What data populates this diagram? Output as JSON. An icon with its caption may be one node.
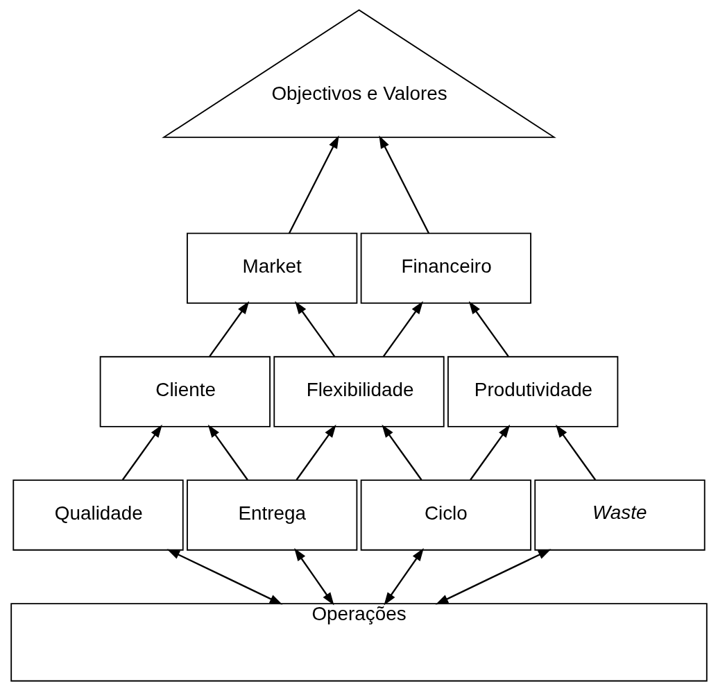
{
  "diagram": {
    "nodes": [
      {
        "text": [
          "Objectivos e Valores"
        ]
      },
      {
        "text": [
          "Market"
        ]
      },
      {
        "text": [
          "Financeiro"
        ]
      },
      {
        "text": [
          "Cliente"
        ]
      },
      {
        "text": [
          "Flexibilidade"
        ]
      },
      {
        "text": [
          "Produtividade"
        ]
      },
      {
        "text": [
          "Qualidade"
        ]
      },
      {
        "text": [
          "Entrega"
        ]
      },
      {
        "text": [
          "Ciclo"
        ]
      },
      {
        "text": [
          "Waste"
        ]
      },
      {
        "text": [
          "Operações"
        ]
      }
    ],
    "edges": [
      {
        "from": 1,
        "to": 0,
        "arrow": "to"
      },
      {
        "from": 2,
        "to": 0,
        "arrow": "to"
      },
      {
        "from": 3,
        "to": 1,
        "arrow": "to"
      },
      {
        "from": 4,
        "to": 1,
        "arrow": "to"
      },
      {
        "from": 4,
        "to": 2,
        "arrow": "to"
      },
      {
        "from": 5,
        "to": 2,
        "arrow": "to"
      },
      {
        "from": 6,
        "to": 3,
        "arrow": "to"
      },
      {
        "from": 7,
        "to": 3,
        "arrow": "to"
      },
      {
        "from": 7,
        "to": 4,
        "arrow": "to"
      },
      {
        "from": 8,
        "to": 4,
        "arrow": "to"
      },
      {
        "from": 8,
        "to": 5,
        "arrow": "to"
      },
      {
        "from": 9,
        "to": 5,
        "arrow": "to"
      },
      {
        "from": 10,
        "to": 6,
        "arrow": "both"
      },
      {
        "from": 10,
        "to": 7,
        "arrow": "both"
      },
      {
        "from": 10,
        "to": 8,
        "arrow": "both"
      },
      {
        "from": 10,
        "to": 9,
        "arrow": "both"
      }
    ]
  }
}
